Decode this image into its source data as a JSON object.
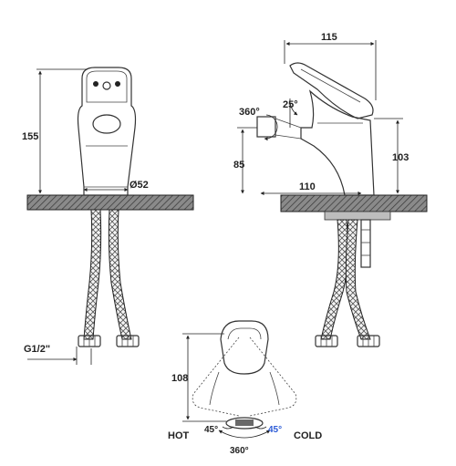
{
  "front_view": {
    "height_label": "155",
    "diameter_label": "Ø52",
    "thread_label": "G1/2\""
  },
  "side_view": {
    "width_label": "115",
    "rotation_label": "360°",
    "angle_label": "25°",
    "aerator_height_label": "85",
    "spout_height_label": "103",
    "reach_label": "110"
  },
  "top_view": {
    "depth_label": "108",
    "hot_label": "HOT",
    "cold_label": "COLD",
    "hot_angle_label": "45°",
    "cold_angle_label": "45°",
    "rotation_label": "360°"
  },
  "colors": {
    "line": "#333333",
    "cold_accent": "#2c5bd6",
    "hot_accent": "#d83a3a"
  }
}
